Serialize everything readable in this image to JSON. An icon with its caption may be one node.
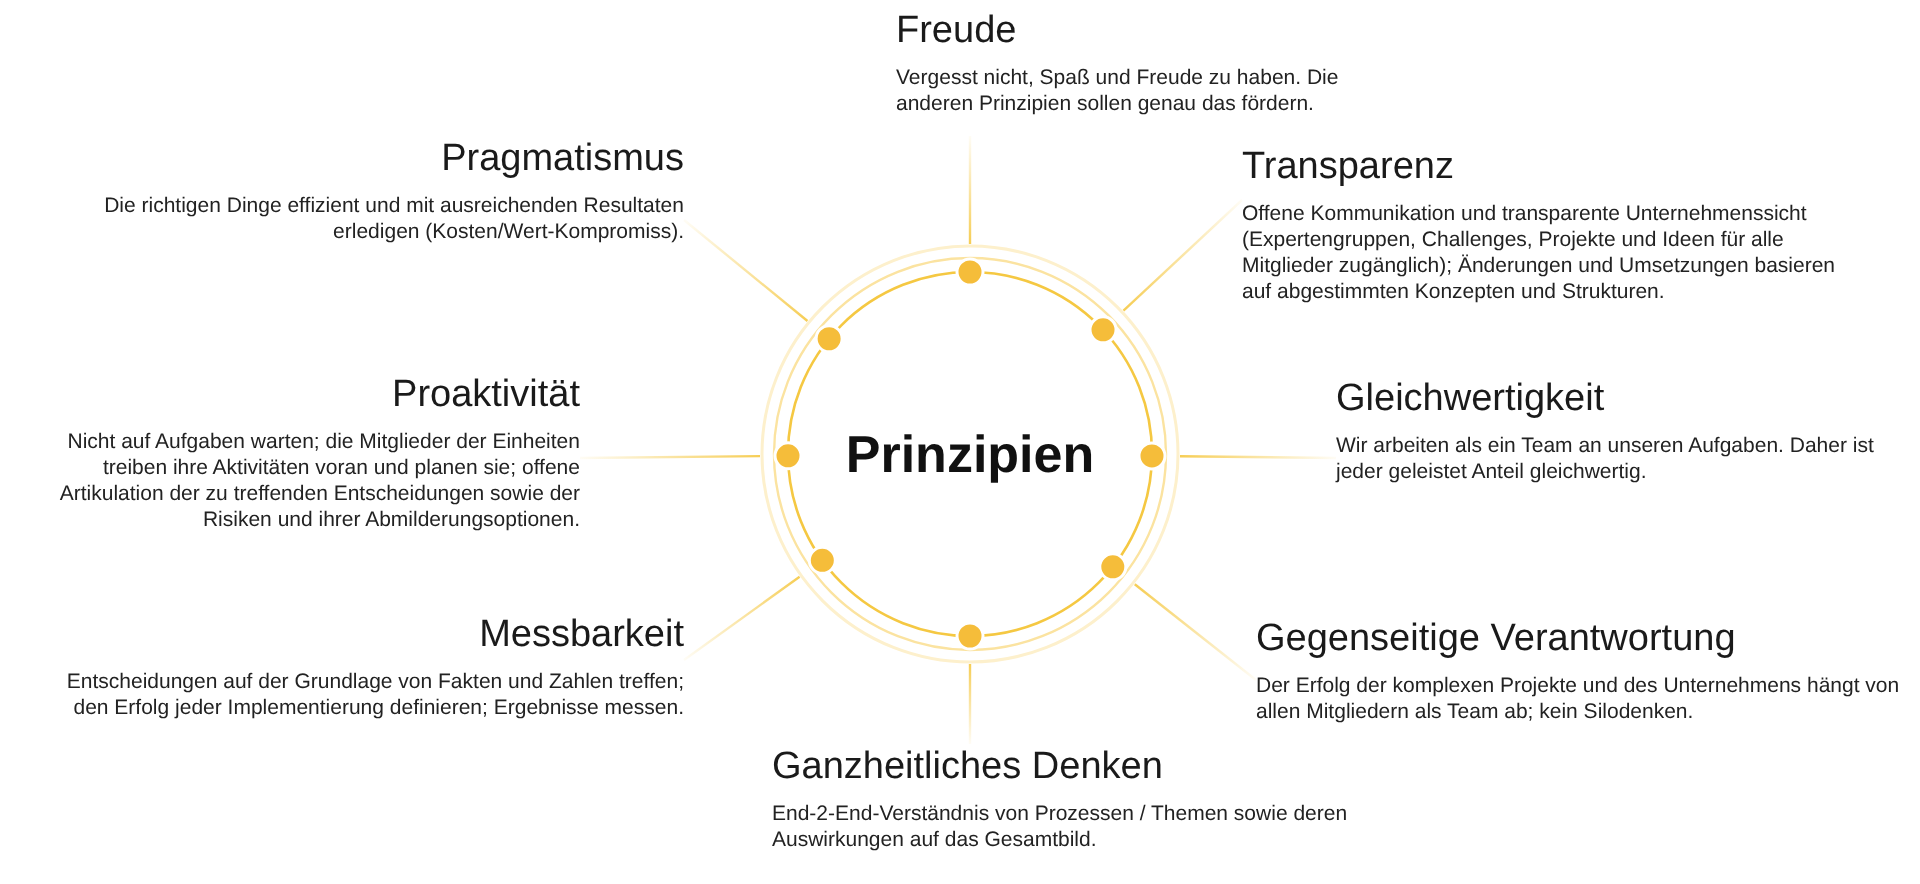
{
  "diagram": {
    "nodes": [
      {
        "text": [
          "Prinzipien"
        ]
      },
      {
        "text": [
          "Freude",
          "Vergesst nicht, Spaß und Freude zu haben. Die anderen Prinzipien sollen genau das fördern."
        ]
      },
      {
        "text": [
          "Pragmatismus",
          "Die richtigen Dinge effizient und mit ausreichenden Resultaten erledigen (Kosten/Wert-Kompromiss)."
        ]
      },
      {
        "text": [
          "Transparenz",
          "Offene Kommunikation und transparente Unternehmenssicht (Expertengruppen, Challenges, Projekte und Ideen für alle Mitglieder zugänglich); Änderungen und Umsetzungen basieren auf abgestimmten Konzepten und Strukturen."
        ]
      },
      {
        "text": [
          "Proaktivität",
          "Nicht auf Aufgaben warten; die Mitglieder der Einheiten treiben ihre Aktivitäten voran und planen sie; offene Artikulation der zu treffenden Entscheidungen sowie der Risiken und ihrer Abmilderungsoptionen."
        ]
      },
      {
        "text": [
          "Gleichwertigkeit",
          "Wir arbeiten als ein Team an unseren Aufgaben. Daher ist jeder geleistet Anteil gleichwertig."
        ]
      },
      {
        "text": [
          "Messbarkeit",
          "Entscheidungen auf der Grundlage von Fakten und Zahlen treffen; den Erfolg jeder Implementierung definieren; Ergebnisse messen."
        ]
      },
      {
        "text": [
          "Gegenseitige Verantwortung",
          "Der Erfolg der komplexen Projekte und des Unternehmens hängt von allen Mitgliedern als Team ab; kein Silodenken."
        ]
      },
      {
        "text": [
          "Ganzheitliches Denken",
          "End-2-End-Verständnis von Prozessen / Themen sowie deren Auswirkungen auf das Gesamtbild."
        ]
      }
    ],
    "edges": [
      {
        "from": 0,
        "to": 1,
        "arrow": "none"
      },
      {
        "from": 0,
        "to": 2,
        "arrow": "none"
      },
      {
        "from": 0,
        "to": 3,
        "arrow": "none"
      },
      {
        "from": 0,
        "to": 4,
        "arrow": "none"
      },
      {
        "from": 0,
        "to": 5,
        "arrow": "none"
      },
      {
        "from": 0,
        "to": 6,
        "arrow": "none"
      },
      {
        "from": 0,
        "to": 7,
        "arrow": "none"
      },
      {
        "from": 0,
        "to": 8,
        "arrow": "none"
      }
    ]
  }
}
